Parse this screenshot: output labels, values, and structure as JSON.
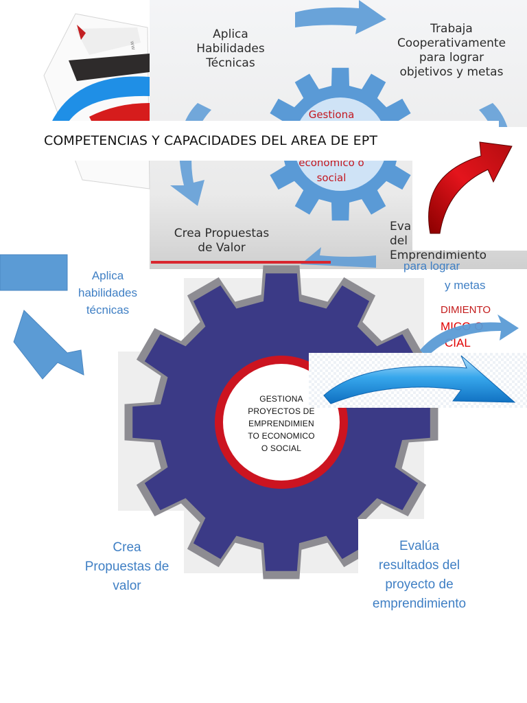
{
  "title": "COMPETENCIAS Y CAPACIDADES DEL AREA DE EPT",
  "background_photo": {
    "top_left": [
      "Aplica",
      "Habilidades",
      "Técnicas"
    ],
    "top_right": [
      "Trabaja",
      "Cooperativamente",
      "para lograr",
      "objetivos y metas"
    ],
    "center": [
      "Gestiona",
      "económico o",
      "social"
    ],
    "bottom_left": [
      "Crea Propuestas",
      "de Valor"
    ],
    "bottom_right": [
      "Eva",
      "del Proyecto de",
      "Emprendimiento"
    ],
    "peek_right": [
      "para lograr",
      "y metas"
    ],
    "peek_red": [
      "DIMIENTO",
      "MICO O",
      "CIAL"
    ]
  },
  "main_diagram": {
    "top_left_label": [
      "Aplica",
      "habilidades",
      "técnicas"
    ],
    "center_label": [
      "GESTIONA",
      "PROYECTOS DE",
      "EMPRENDIMIEN",
      "TO ECONOMICO",
      "O SOCIAL"
    ],
    "bottom_left_label": [
      "Crea",
      "Propuestas de",
      "valor"
    ],
    "bottom_right_label": [
      "Evalúa",
      "resultados del",
      "proyecto de",
      "emprendimiento"
    ]
  },
  "colors": {
    "gear_fill": "#3b3a86",
    "gear_outline": "#8d8c92",
    "center_ring": "#cc1420",
    "arrow_blue": "#5b9bd5",
    "label_blue": "#3f7fc4",
    "photo_gear": "#5a9ad6"
  }
}
